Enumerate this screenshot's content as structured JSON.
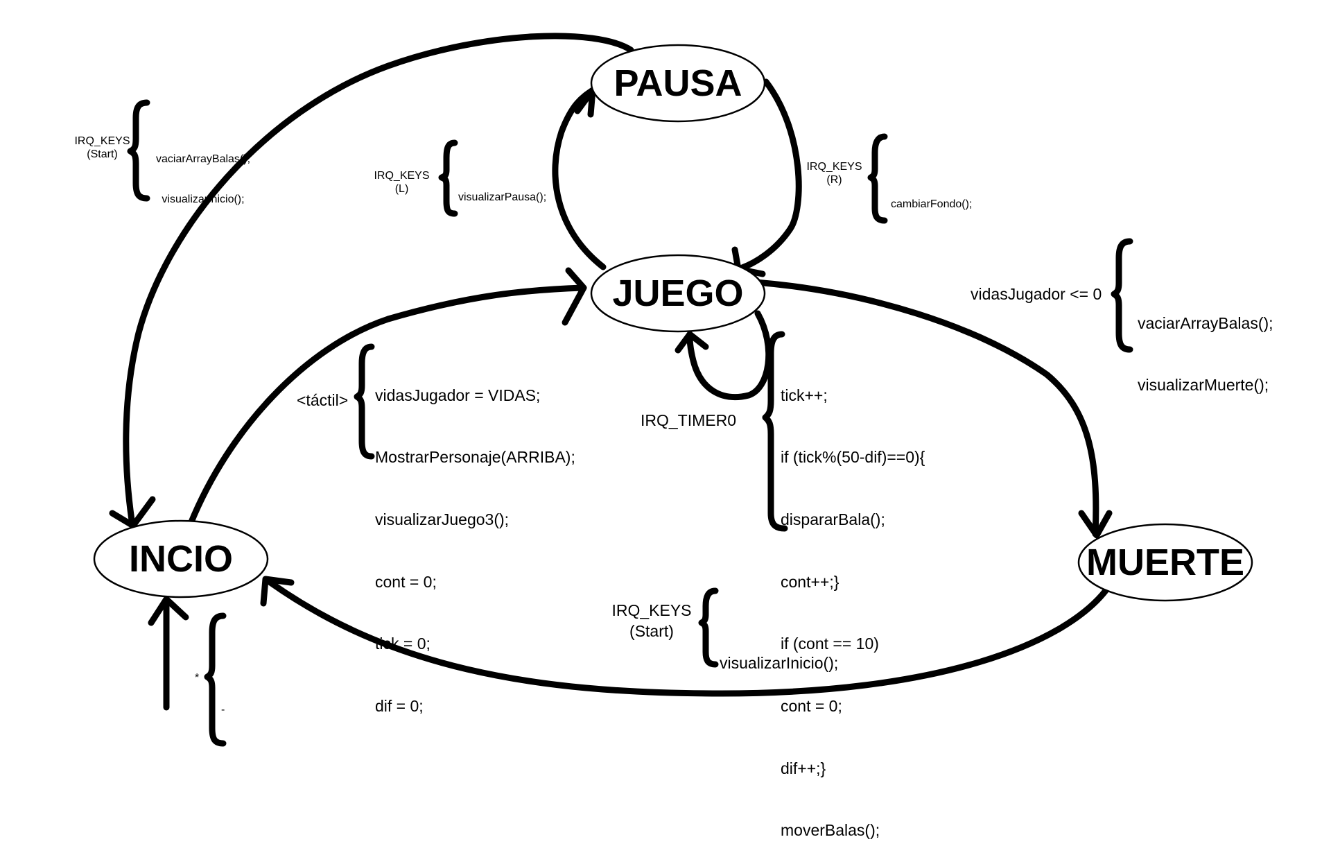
{
  "states": {
    "pausa": "PAUSA",
    "juego": "JUEGO",
    "incio": "INCIO",
    "muerte": "MUERTE"
  },
  "transitions": {
    "pausa_to_incio": {
      "trigger": "IRQ_KEYS\n(Start)",
      "actions": [
        "vaciarArrayBalas();",
        "visualizarInicio();"
      ]
    },
    "juego_to_pausa": {
      "trigger": "IRQ_KEYS\n(L)",
      "actions": [
        "visualizarPausa();"
      ]
    },
    "pausa_to_juego": {
      "trigger": "IRQ_KEYS\n(R)",
      "actions": [
        "cambiarFondo();"
      ]
    },
    "juego_to_muerte": {
      "trigger": "vidasJugador <= 0",
      "actions": [
        "vaciarArrayBalas();",
        "visualizarMuerte();"
      ]
    },
    "incio_to_juego": {
      "trigger": "<táctil>",
      "actions": [
        "vidasJugador = VIDAS;",
        "MostrarPersonaje(ARRIBA);",
        "visualizarJuego3();",
        "cont = 0;",
        "tick = 0;",
        "dif = 0;"
      ]
    },
    "juego_self": {
      "trigger": "IRQ_TIMER0",
      "actions": [
        "tick++;",
        "if (tick%(50-dif)==0){",
        "dispararBala();",
        "cont++;}",
        "if (cont == 10)",
        "cont = 0;",
        "dif++;}",
        "moverBalas();"
      ]
    },
    "muerte_to_incio": {
      "trigger": "IRQ_KEYS\n(Start)",
      "actions": [
        "visualizarInicio();"
      ]
    },
    "initial": {
      "trigger": "*",
      "actions": [
        "-"
      ]
    }
  }
}
